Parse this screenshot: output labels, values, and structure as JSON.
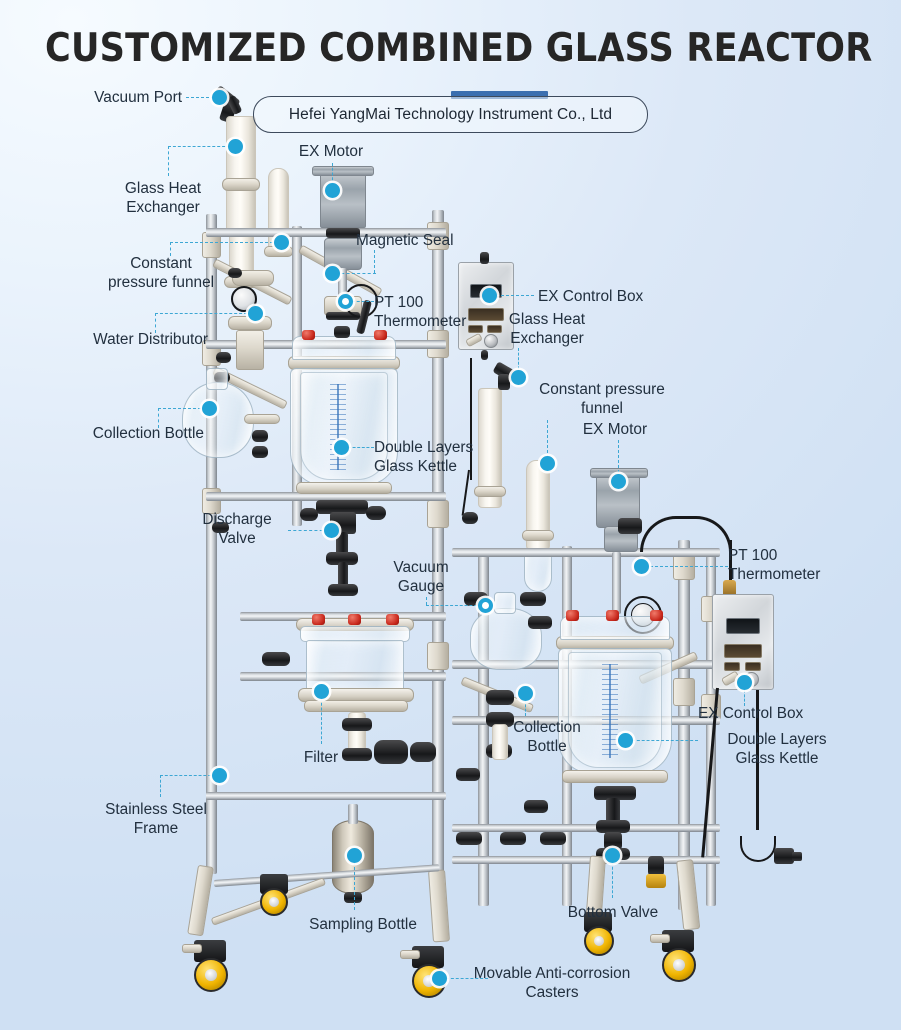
{
  "page": {
    "title": "CUSTOMIZED COMBINED GLASS REACTOR",
    "company_badge": "Hefei YangMai Technology Instrument  Co., Ltd",
    "accent_color": "#21a3d6",
    "bar_color": "#3b6fb0",
    "title_color": "#262626",
    "label_color": "#22303f",
    "background_top": "#f6fbff",
    "background_bottom": "#cfe0f3"
  },
  "callouts": [
    {
      "id": "vacuum-port",
      "text": "Vacuum Port"
    },
    {
      "id": "glass-heat-exchanger-left",
      "text": "Glass Heat\nExchanger"
    },
    {
      "id": "constant-pressure-funnel-left",
      "text": "Constant\npressure funnel"
    },
    {
      "id": "water-distributor",
      "text": "Water Distributor"
    },
    {
      "id": "collection-bottle-left",
      "text": "Collection Bottle"
    },
    {
      "id": "discharge-valve",
      "text": "Discharge\nValve"
    },
    {
      "id": "stainless-steel-frame",
      "text": "Stainless Steel\nFrame"
    },
    {
      "id": "ex-motor-left",
      "text": "EX Motor"
    },
    {
      "id": "magnetic-seal",
      "text": "Magnetic Seal"
    },
    {
      "id": "pt100-thermometer-left",
      "text": "PT 100\nThermometer"
    },
    {
      "id": "double-layers-glass-kettle-left",
      "text": "Double Layers\nGlass Kettle"
    },
    {
      "id": "vacuum-gauge",
      "text": "Vacuum\nGauge"
    },
    {
      "id": "filter",
      "text": "Filter"
    },
    {
      "id": "sampling-bottle",
      "text": "Sampling Bottle"
    },
    {
      "id": "movable-casters",
      "text": "Movable Anti-corrosion\nCasters"
    },
    {
      "id": "ex-control-box-left",
      "text": "EX Control Box"
    },
    {
      "id": "glass-heat-exchanger-right",
      "text": "Glass Heat\nExchanger"
    },
    {
      "id": "constant-pressure-funnel-right",
      "text": "Constant pressure\nfunnel"
    },
    {
      "id": "ex-motor-right",
      "text": "EX Motor"
    },
    {
      "id": "pt100-thermometer-right",
      "text": "PT 100\nThermometer"
    },
    {
      "id": "ex-control-box-right",
      "text": "EX Control Box"
    },
    {
      "id": "double-layers-glass-kettle-right",
      "text": "Double Layers\nGlass Kettle"
    },
    {
      "id": "collection-bottle-right",
      "text": "Collection\nBottle"
    },
    {
      "id": "bottom-valve",
      "text": "Bottom Valve"
    }
  ]
}
